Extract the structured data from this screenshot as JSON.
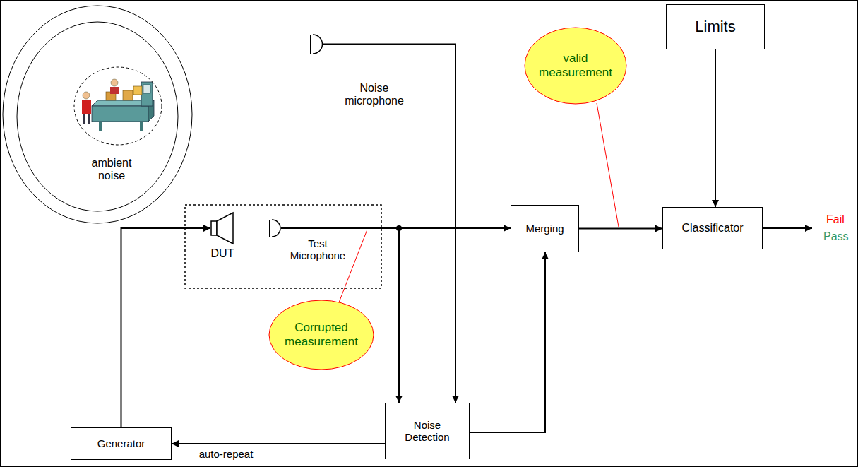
{
  "diagram": {
    "nodes": [
      {
        "text": [
          "ambient noise"
        ]
      },
      {
        "text": [
          "Noise microphone"
        ]
      },
      {
        "text": [
          "Limits"
        ]
      },
      {
        "text": [
          "valid measurement"
        ]
      },
      {
        "text": [
          "DUT"
        ]
      },
      {
        "text": [
          "Test Microphone"
        ]
      },
      {
        "text": [
          "Merging"
        ]
      },
      {
        "text": [
          "Classificator"
        ]
      },
      {
        "text": [
          "Corrupted measurement"
        ]
      },
      {
        "text": [
          "Generator"
        ]
      },
      {
        "text": [
          "Noise Detection"
        ]
      }
    ],
    "edges": [
      {
        "from": 1,
        "to": 10,
        "arrow": "to"
      },
      {
        "from": 2,
        "to": 7,
        "arrow": "to"
      },
      {
        "from": 9,
        "to": 4,
        "arrow": "to"
      },
      {
        "from": 5,
        "to": 6,
        "arrow": "to"
      },
      {
        "from": 5,
        "to": 10,
        "arrow": "to"
      },
      {
        "from": 6,
        "to": 7,
        "arrow": "to"
      },
      {
        "from": 10,
        "to": 6,
        "arrow": "to"
      },
      {
        "from": 10,
        "to": 9,
        "label": "auto-repeat",
        "arrow": "to"
      }
    ],
    "labels": [
      "Fail",
      "Pass"
    ]
  }
}
